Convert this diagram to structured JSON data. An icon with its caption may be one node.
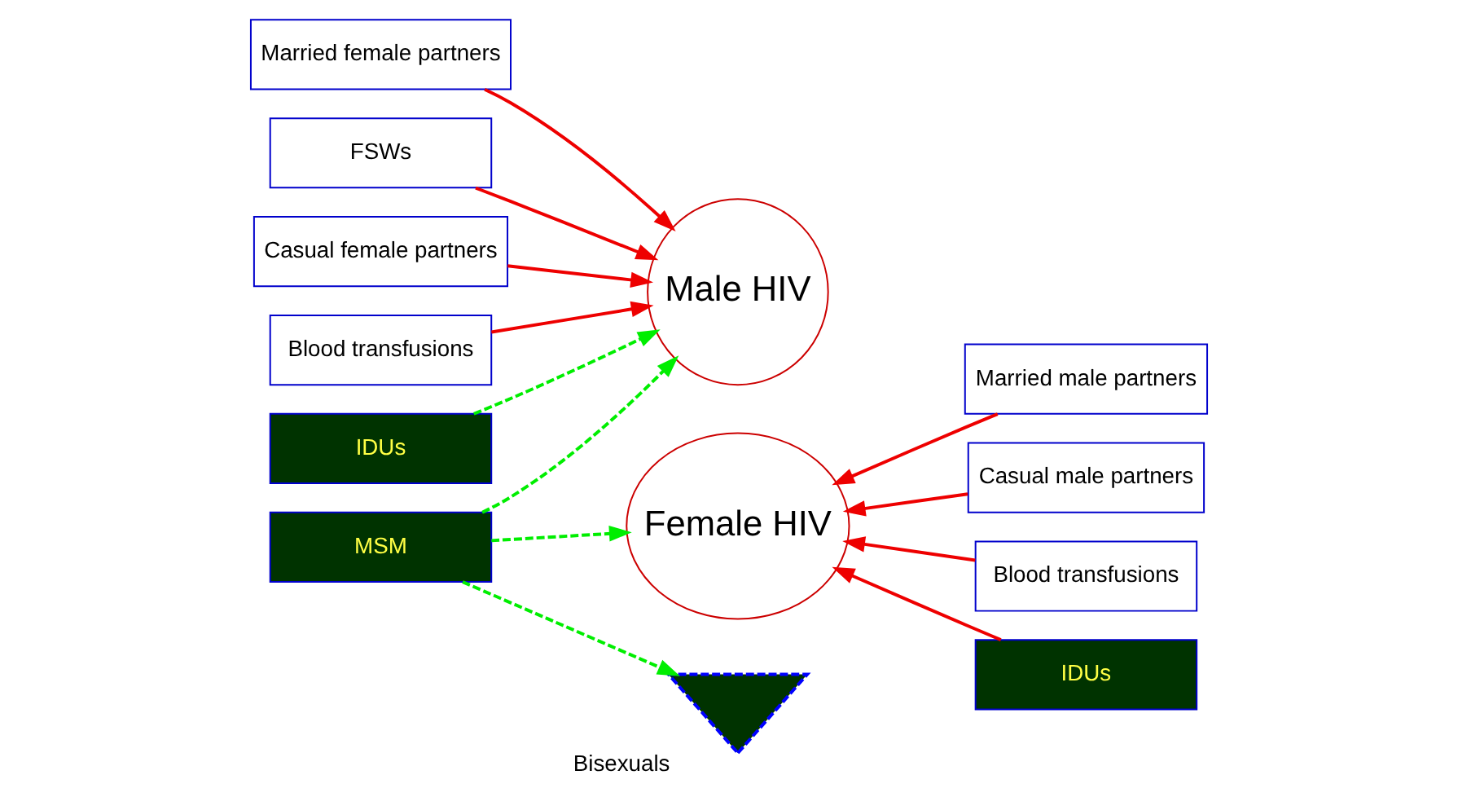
{
  "diagram": {
    "nodes": [
      {
        "text": [
          "Married female partners"
        ]
      },
      {
        "text": [
          "FSWs"
        ]
      },
      {
        "text": [
          "Casual female partners"
        ]
      },
      {
        "text": [
          "Blood transfusions"
        ]
      },
      {
        "text": [
          "IDUs"
        ]
      },
      {
        "text": [
          "Male HIV"
        ]
      },
      {
        "text": [
          "Female HIV"
        ]
      },
      {
        "text": [
          "Married male partners"
        ]
      },
      {
        "text": [
          "Casual male partners"
        ]
      },
      {
        "text": [
          "Blood transfusions"
        ]
      },
      {
        "text": [
          "IDUs"
        ]
      },
      {
        "text": [
          "MSM"
        ]
      },
      {
        "text": [
          "Bisexuals"
        ]
      }
    ],
    "edges": [
      {
        "from": 0,
        "to": 5,
        "arrow": "to"
      },
      {
        "from": 1,
        "to": 5,
        "arrow": "to"
      },
      {
        "from": 2,
        "to": 5,
        "arrow": "to"
      },
      {
        "from": 3,
        "to": 5,
        "arrow": "to"
      },
      {
        "from": 4,
        "to": 5,
        "arrow": "to",
        "style": "dashed",
        "color": "#00ee00"
      },
      {
        "from": 7,
        "to": 6,
        "arrow": "to"
      },
      {
        "from": 8,
        "to": 6,
        "arrow": "to"
      },
      {
        "from": 9,
        "to": 6,
        "arrow": "to"
      },
      {
        "from": 10,
        "to": 6,
        "arrow": "to"
      },
      {
        "from": 11,
        "to": 5,
        "arrow": "to",
        "style": "dashed",
        "color": "#00ee00"
      },
      {
        "from": 11,
        "to": 6,
        "arrow": "to",
        "style": "dashed",
        "color": "#00ee00"
      },
      {
        "from": 11,
        "to": 12,
        "arrow": "to",
        "style": "dashed",
        "color": "#00ee00"
      }
    ]
  }
}
